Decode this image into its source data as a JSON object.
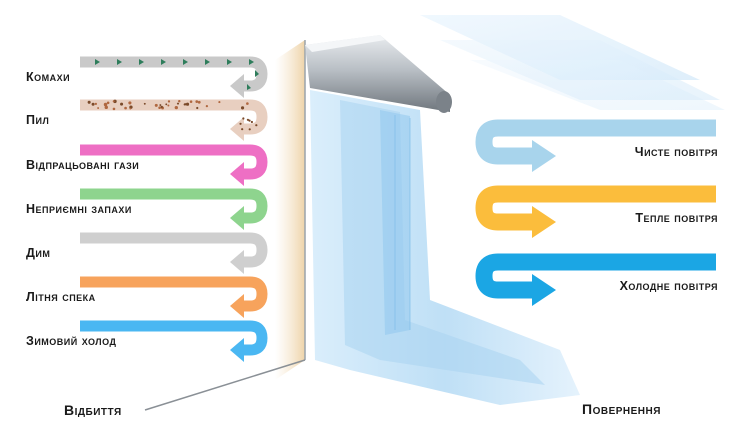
{
  "left_items": [
    {
      "label": "Комахи",
      "color": "#c9c9c9",
      "pattern": "insects"
    },
    {
      "label": "Пил",
      "color": "#e8cfc0",
      "pattern": "dust"
    },
    {
      "label": "Відпрацьовані гази",
      "color": "#ee6fc4",
      "pattern": "solid"
    },
    {
      "label": "Неприємні запахи",
      "color": "#8ed48e",
      "pattern": "solid"
    },
    {
      "label": "Дим",
      "color": "#cfcfcf",
      "pattern": "solid"
    },
    {
      "label": "Літня спека",
      "color": "#f7a35c",
      "pattern": "solid"
    },
    {
      "label": "Зимовий холод",
      "color": "#4ab7f2",
      "pattern": "solid"
    }
  ],
  "right_items": [
    {
      "label": "Чисте повітря",
      "color": "#a8d4ec"
    },
    {
      "label": "Тепле повітря",
      "color": "#fbbd3c"
    },
    {
      "label": "Холодне повітря",
      "color": "#1ba6e4"
    }
  ],
  "bottom_labels": {
    "left": "Відбиття",
    "right": "Повернення"
  }
}
